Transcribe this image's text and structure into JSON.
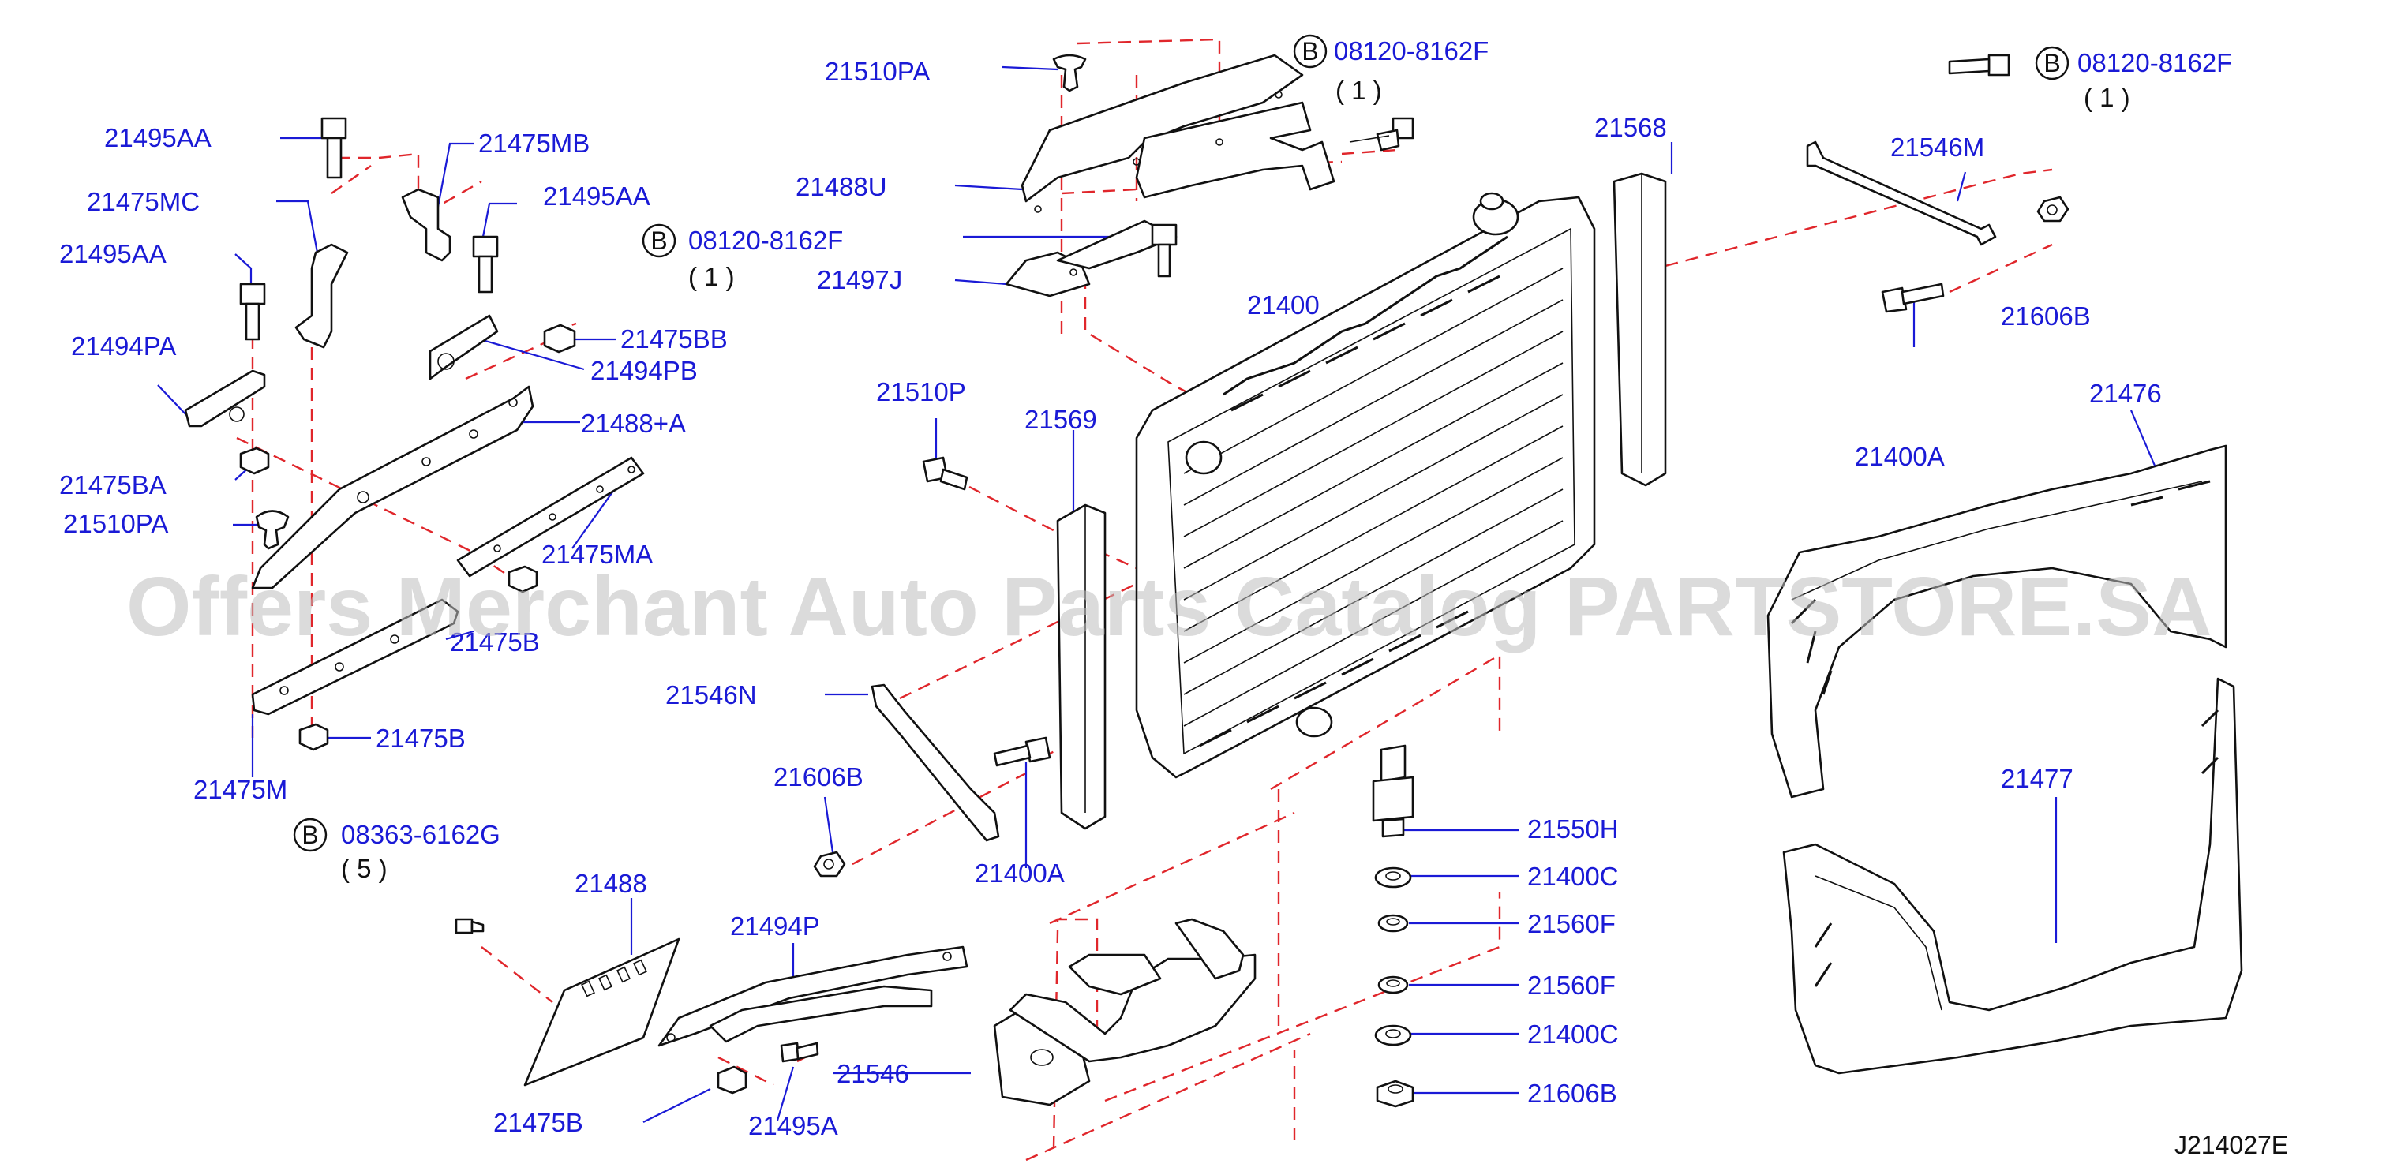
{
  "diagram_id": "J214027E",
  "watermark": "Offers Merchant Auto Parts Catalog PARTSTORE.SA",
  "colors": {
    "label": "#1a1ad6",
    "dash": "#e0262b",
    "line": "#111111",
    "watermark": "#bdbdbd"
  },
  "callouts": {
    "c21510PA_top": "21510PA",
    "c21488U": "21488U",
    "c21497J": "21497J",
    "c21495AA_1": "21495AA",
    "c21475MB": "21475MB",
    "c21475MC": "21475MC",
    "c21495AA_2": "21495AA",
    "c21495AA_3": "21495AA",
    "c21494PA": "21494PA",
    "c21475BB": "21475BB",
    "c21494PB": "21494PB",
    "c21488A": "21488+A",
    "c21475BA": "21475BA",
    "c21510PA_left": "21510PA",
    "c21475MA": "21475MA",
    "c21475B_1": "21475B",
    "c21475B_2": "21475B",
    "c21475M": "21475M",
    "c21568": "21568",
    "c21400": "21400",
    "c21510P": "21510P",
    "c21569": "21569",
    "c21546N": "21546N",
    "c21606B_left": "21606B",
    "c21400A_left": "21400A",
    "c21546M": "21546M",
    "c21606B_right": "21606B",
    "c21400A_right": "21400A",
    "c21476": "21476",
    "c21477": "21477",
    "c21488": "21488",
    "c21494P": "21494P",
    "c21546": "21546",
    "c21475B_3": "21475B",
    "c21495A": "21495A",
    "c21550H": "21550H",
    "c21400C_1": "21400C",
    "c21560F_1": "21560F",
    "c21560F_2": "21560F",
    "c21400C_2": "21400C",
    "c21606B_bottom": "21606B"
  },
  "bolt_refs": {
    "top_center": {
      "prefix": "B",
      "code": "08120-8162F",
      "qty": "( 1 )"
    },
    "top_right": {
      "prefix": "B",
      "code": "08120-8162F",
      "qty": "( 1 )"
    },
    "left_middle": {
      "prefix": "B",
      "code": "08120-8162F",
      "qty": "( 1 )"
    },
    "bottom_left": {
      "prefix": "B",
      "code": "08363-6162G",
      "qty": "( 5 )"
    }
  },
  "icons": [
    "bolt-icon",
    "nut-icon",
    "clip-icon",
    "washer-icon",
    "radiator-icon",
    "fan-shroud-icon",
    "bracket-icon",
    "seal-icon"
  ]
}
